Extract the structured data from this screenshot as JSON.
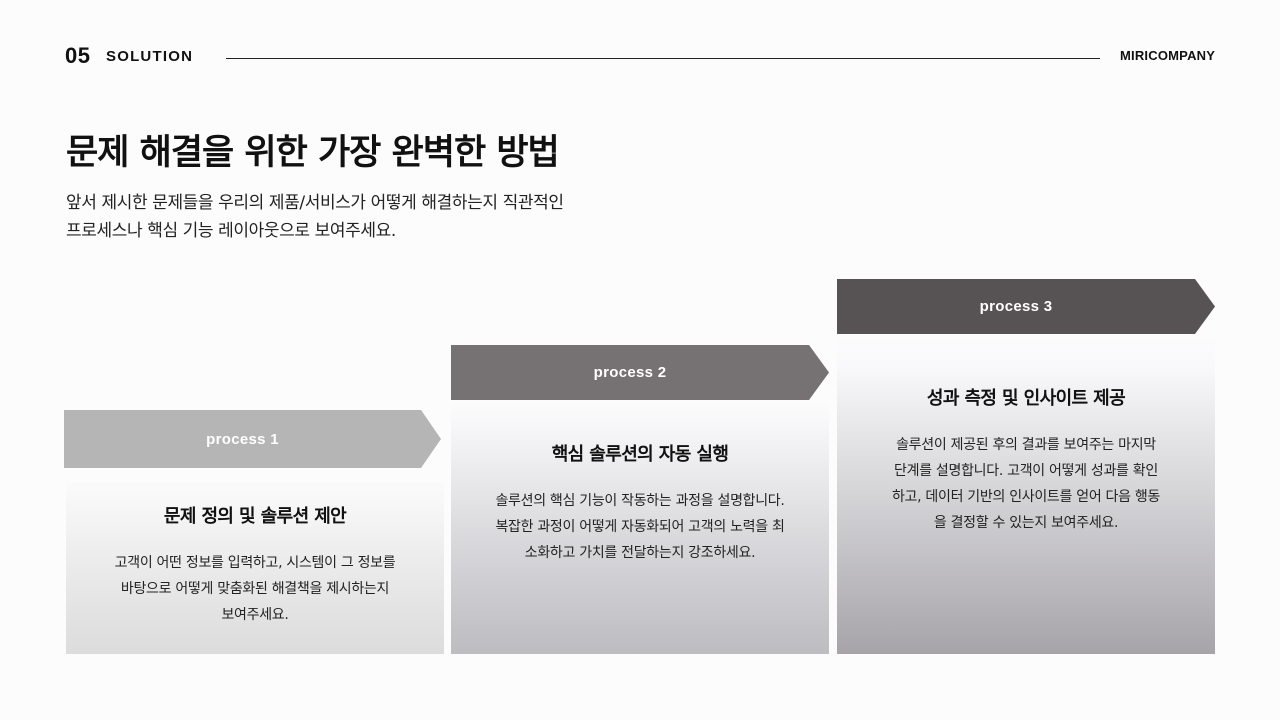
{
  "header": {
    "section_number": "05",
    "section_title": "SOLUTION",
    "brand": "MIRICOMPANY"
  },
  "main": {
    "title": "문제 해결을 위한 가장 완벽한 방법",
    "subtitle_lines": [
      "앞서 제시한 문제들을 우리의 제품/서비스가 어떻게 해결하는지 직관적인",
      "프로세스나 핵심 기능 레이아웃으로 보여주세요."
    ]
  },
  "processes": [
    {
      "label": "process 1",
      "title": "문제 정의 및 솔루션 제안",
      "desc_lines": [
        "고객이 어떤 정보를 입력하고, 시스템이 그 정보를",
        "바탕으로 어떻게 맞춤화된 해결책을 제시하는지",
        "보여주세요."
      ],
      "color": "#b5b5b5"
    },
    {
      "label": "process 2",
      "title": "핵심 솔루션의 자동 실행",
      "desc_lines": [
        "솔루션의 핵심 기능이 작동하는 과정을 설명합니다.",
        "복잡한 과정이 어떻게 자동화되어 고객의 노력을 최",
        "소화하고 가치를 전달하는지 강조하세요."
      ],
      "color": "#767173"
    },
    {
      "label": "process 3",
      "title": "성과 측정 및 인사이트 제공",
      "desc_lines": [
        "솔루션이 제공된 후의 결과를 보여주는 마지막",
        "단계를 설명합니다. 고객이 어떻게 성과를 확인",
        "하고, 데이터 기반의 인사이트를 얻어 다음 행동",
        "을 결정할 수 있는지 보여주세요."
      ],
      "color": "#575253"
    }
  ]
}
